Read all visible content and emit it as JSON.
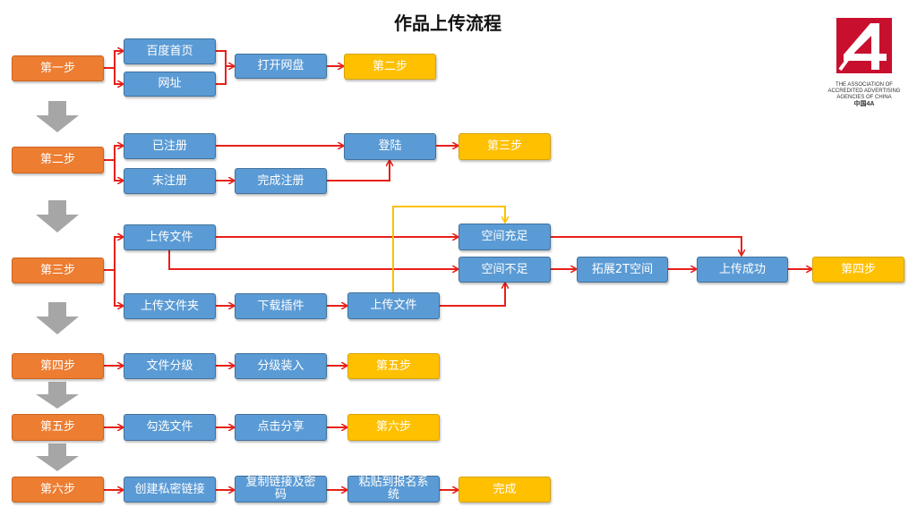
{
  "title": "作品上传流程",
  "colors": {
    "step": "#ed7d31",
    "action": "#5b9bd5",
    "next": "#ffc000",
    "connector": "#e8201a",
    "overflow_path": "#ffc000",
    "down_arrow": "#a6a6a6",
    "logo": "#c8102e"
  },
  "logo": {
    "mark": "4A",
    "line1": "THE ASSOCIATION OF",
    "line2": "ACCREDITED ADVERTISING",
    "line3": "AGENCIES OF CHINA",
    "line4": "中国4A"
  },
  "steps": {
    "s1": "第一步",
    "s2": "第二步",
    "s3": "第三步",
    "s4": "第四步",
    "s5": "第五步",
    "s6": "第六步"
  },
  "nodes": {
    "baidu_home": "百度首页",
    "url": "网址",
    "open_disk": "打开网盘",
    "next_s2": "第二步",
    "registered": "已注册",
    "unregistered": "未注册",
    "complete_reg": "完成注册",
    "login": "登陆",
    "next_s3": "第三步",
    "upload_file": "上传文件",
    "upload_folder": "上传文件夹",
    "download_plugin": "下载插件",
    "upload_file_2": "上传文件",
    "space_enough": "空间充足",
    "space_short": "空间不足",
    "expand_2t": "拓展2T空间",
    "upload_success": "上传成功",
    "next_s4": "第四步",
    "file_grading": "文件分级",
    "grade_pack": "分级装入",
    "next_s5": "第五步",
    "select_files": "勾选文件",
    "click_share": "点击分享",
    "next_s6": "第六步",
    "create_link": "创建私密链接",
    "copy_link": "复制链接及密码",
    "paste_system": "粘贴到报名系统",
    "done": "完成"
  }
}
